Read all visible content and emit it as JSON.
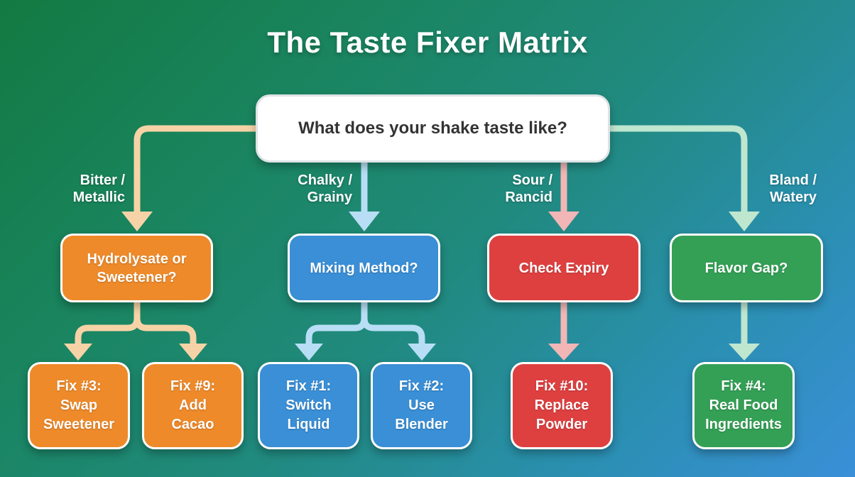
{
  "title": "The Taste Fixer Matrix",
  "colors": {
    "orange": "#ee8a2a",
    "blue": "#3a8fd6",
    "red": "#de4040",
    "green": "#34a055",
    "orange_connector": "#f6d3a6",
    "blue_connector": "#b8def5",
    "red_connector": "#f2b6b6",
    "green_connector": "#bfe6cf"
  },
  "root": {
    "label": "What does your shake taste like?"
  },
  "branches": [
    {
      "edge_label": "Bitter /\nMetallic",
      "node": "Hydrolysate or\nSweetener?",
      "fixes": [
        "Fix #3:\nSwap\nSweetener",
        "Fix #9:\nAdd\nCacao"
      ]
    },
    {
      "edge_label": "Chalky /\nGrainy",
      "node": "Mixing Method?",
      "fixes": [
        "Fix #1:\nSwitch\nLiquid",
        "Fix #2:\nUse\nBlender"
      ]
    },
    {
      "edge_label": "Sour /\nRancid",
      "node": "Check Expiry",
      "fixes": [
        "Fix #10:\nReplace\nPowder"
      ]
    },
    {
      "edge_label": "Bland /\nWatery",
      "node": "Flavor Gap?",
      "fixes": [
        "Fix #4:\nReal Food\nIngredients"
      ]
    }
  ]
}
